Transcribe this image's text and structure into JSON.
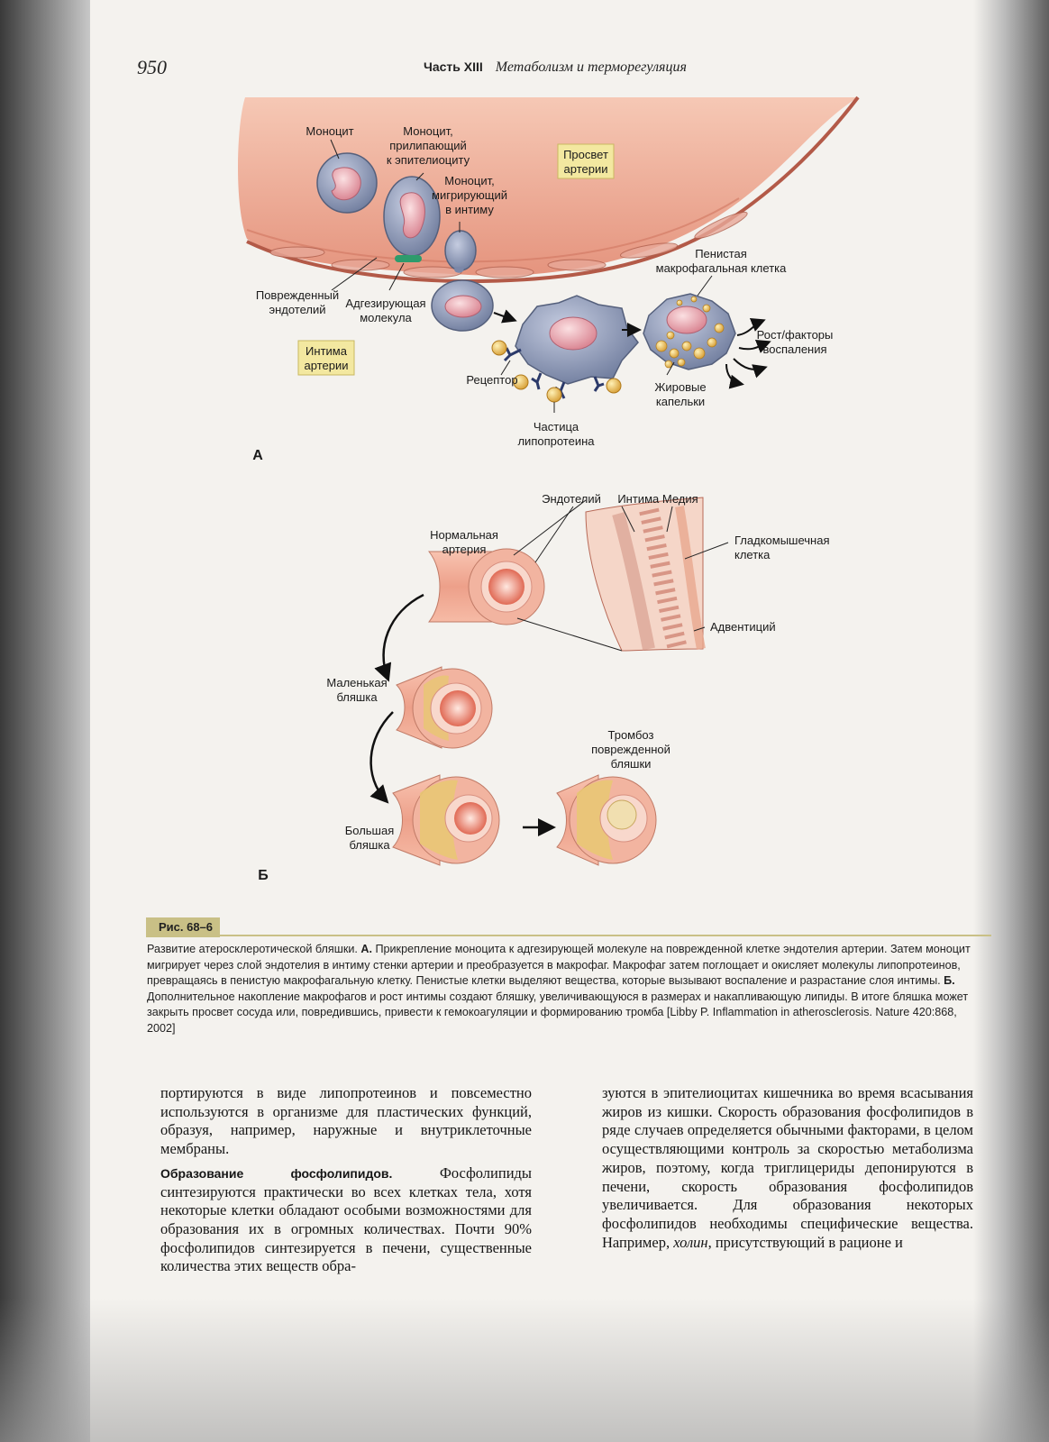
{
  "header": {
    "page_number": "950",
    "part": "Часть XIII",
    "section": "Метаболизм и терморегуляция"
  },
  "figure": {
    "panel_a": {
      "letter": "А",
      "labels": {
        "monocyte": "Моноцит",
        "adhering": [
          "Моноцит,",
          "прилипающий",
          "к эпителиоциту"
        ],
        "migrating": [
          "Моноцит,",
          "мигрирующий",
          "в интиму"
        ],
        "lumen": [
          "Просвет",
          "артерии"
        ],
        "foam": [
          "Пенистая",
          "макрофагальная клетка"
        ],
        "damaged_endothelium": [
          "Поврежденный",
          "эндотелий"
        ],
        "adhesion_molecule": [
          "Адгезирующая",
          "молекула"
        ],
        "growth_factors": [
          "Рост/факторы",
          "воспаления"
        ],
        "intima": [
          "Интима",
          "артерии"
        ],
        "receptor": "Рецептор",
        "lipid_droplets": [
          "Жировые",
          "капельки"
        ],
        "lipoprotein": [
          "Частица",
          "липопротеина"
        ]
      }
    },
    "panel_b": {
      "letter": "Б",
      "labels": {
        "endothelium": "Эндотелий",
        "intima_media": "Интима Медия",
        "normal_artery": [
          "Нормальная",
          "артерия"
        ],
        "smooth_muscle": [
          "Гладкомышечная",
          "клетка"
        ],
        "adventitia": "Адвентиций",
        "small_plaque": [
          "Маленькая",
          "бляшка"
        ],
        "thrombosis": [
          "Тромбоз",
          "поврежденной",
          "бляшки"
        ],
        "large_plaque": [
          "Большая",
          "бляшка"
        ]
      }
    },
    "badge": "Рис. 68–6"
  },
  "caption": {
    "intro": "Развитие атеросклеротической бляшки. ",
    "a_label": "А.",
    "a_text": " Прикрепление моноцита к адгезирующей молекуле на поврежденной клетке эндотелия артерии. Затем моноцит мигрирует через слой эндотелия в интиму стенки артерии и преобразуется в макрофаг. Макрофаг затем поглощает и окисляет молекулы липопротеинов, превращаясь в пенистую макрофагальную клетку. Пенистые клетки выделяют вещества, которые вызывают воспаление и разрастание слоя интимы. ",
    "b_label": "Б.",
    "b_text": " Дополнительное накопление макрофагов и рост интимы создают бляшку, увеличивающуюся в размерах и накапливающую липиды. В итоге бляшка может закрыть просвет сосуда или, повредившись, привести к гемокоагуляции и формированию тромба [Libby P. Inflammation in atherosclerosis. Nature 420:868, 2002]"
  },
  "body": {
    "col1_p1": "портируются в виде липопротеинов и повсеместно используются в организме для пластических функций, образуя, например, наружные и внутриклеточные мембраны.",
    "col1_heading": "Образование фосфолипидов.",
    "col1_p2": " Фосфолипиды синтезируются практически во всех клетках тела, хотя некоторые клетки обладают особыми возможностями для образования их в огромных количествах. Почти 90% фосфолипидов синтезируется в печени, существенные количества этих веществ обра-",
    "col2_p1a": "зуются в эпителиоцитах кишечника во время всасывания жиров из кишки. Скорость образования фосфолипидов в ряде случаев определяется обычными факторами, в целом осуществляющими контроль за скоростью метаболизма жиров, поэтому, когда триглицериды депонируются в печени, скорость образования фосфолипидов увеличивается. Для образования некоторых фосфолипидов необходимы специфические вещества. Например, ",
    "col2_italic": "холин",
    "col2_p1b": ", присутствующий в рационе и"
  },
  "colors": {
    "artery_wall": "#e9a08a",
    "monocyte": "#8e9ab8",
    "nucleus": "#e6a0a8",
    "lipid": "#e8c86a",
    "label_box": "#f3e8a0",
    "badge": "#c9c086"
  }
}
